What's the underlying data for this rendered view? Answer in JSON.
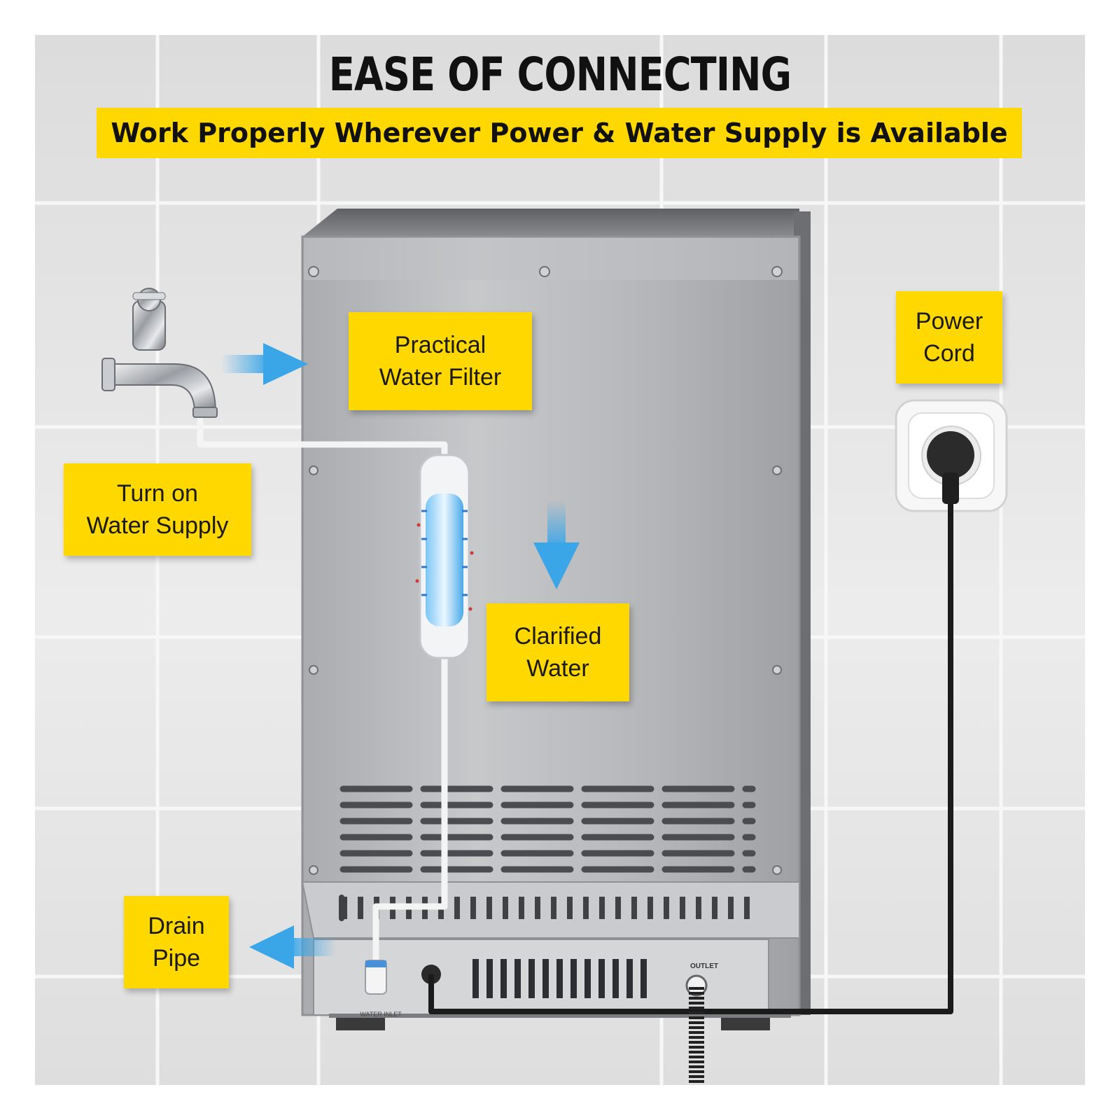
{
  "title": "EASE OF CONNECTING",
  "subtitle": "Work Properly Wherever Power & Water Supply is Available",
  "labels": {
    "filter": "Practical\nWater Filter",
    "power": "Power\nCord",
    "water_supply": "Turn on\nWater Supply",
    "clarified": "Clarified\nWater",
    "drain": "Drain\nPipe"
  },
  "panel_text": {
    "outlet": "OUTLET",
    "water_inlet": "WATER INLET"
  },
  "colors": {
    "label_bg": "#ffd800",
    "arrow": "#3aa6e8",
    "wall": "#e4e4e4",
    "steel": "#b9bbbe"
  },
  "icons": [
    "faucet-icon",
    "water-filter-icon",
    "power-socket-icon",
    "plug-icon",
    "arrow-right-icon",
    "arrow-down-icon",
    "arrow-left-icon"
  ]
}
